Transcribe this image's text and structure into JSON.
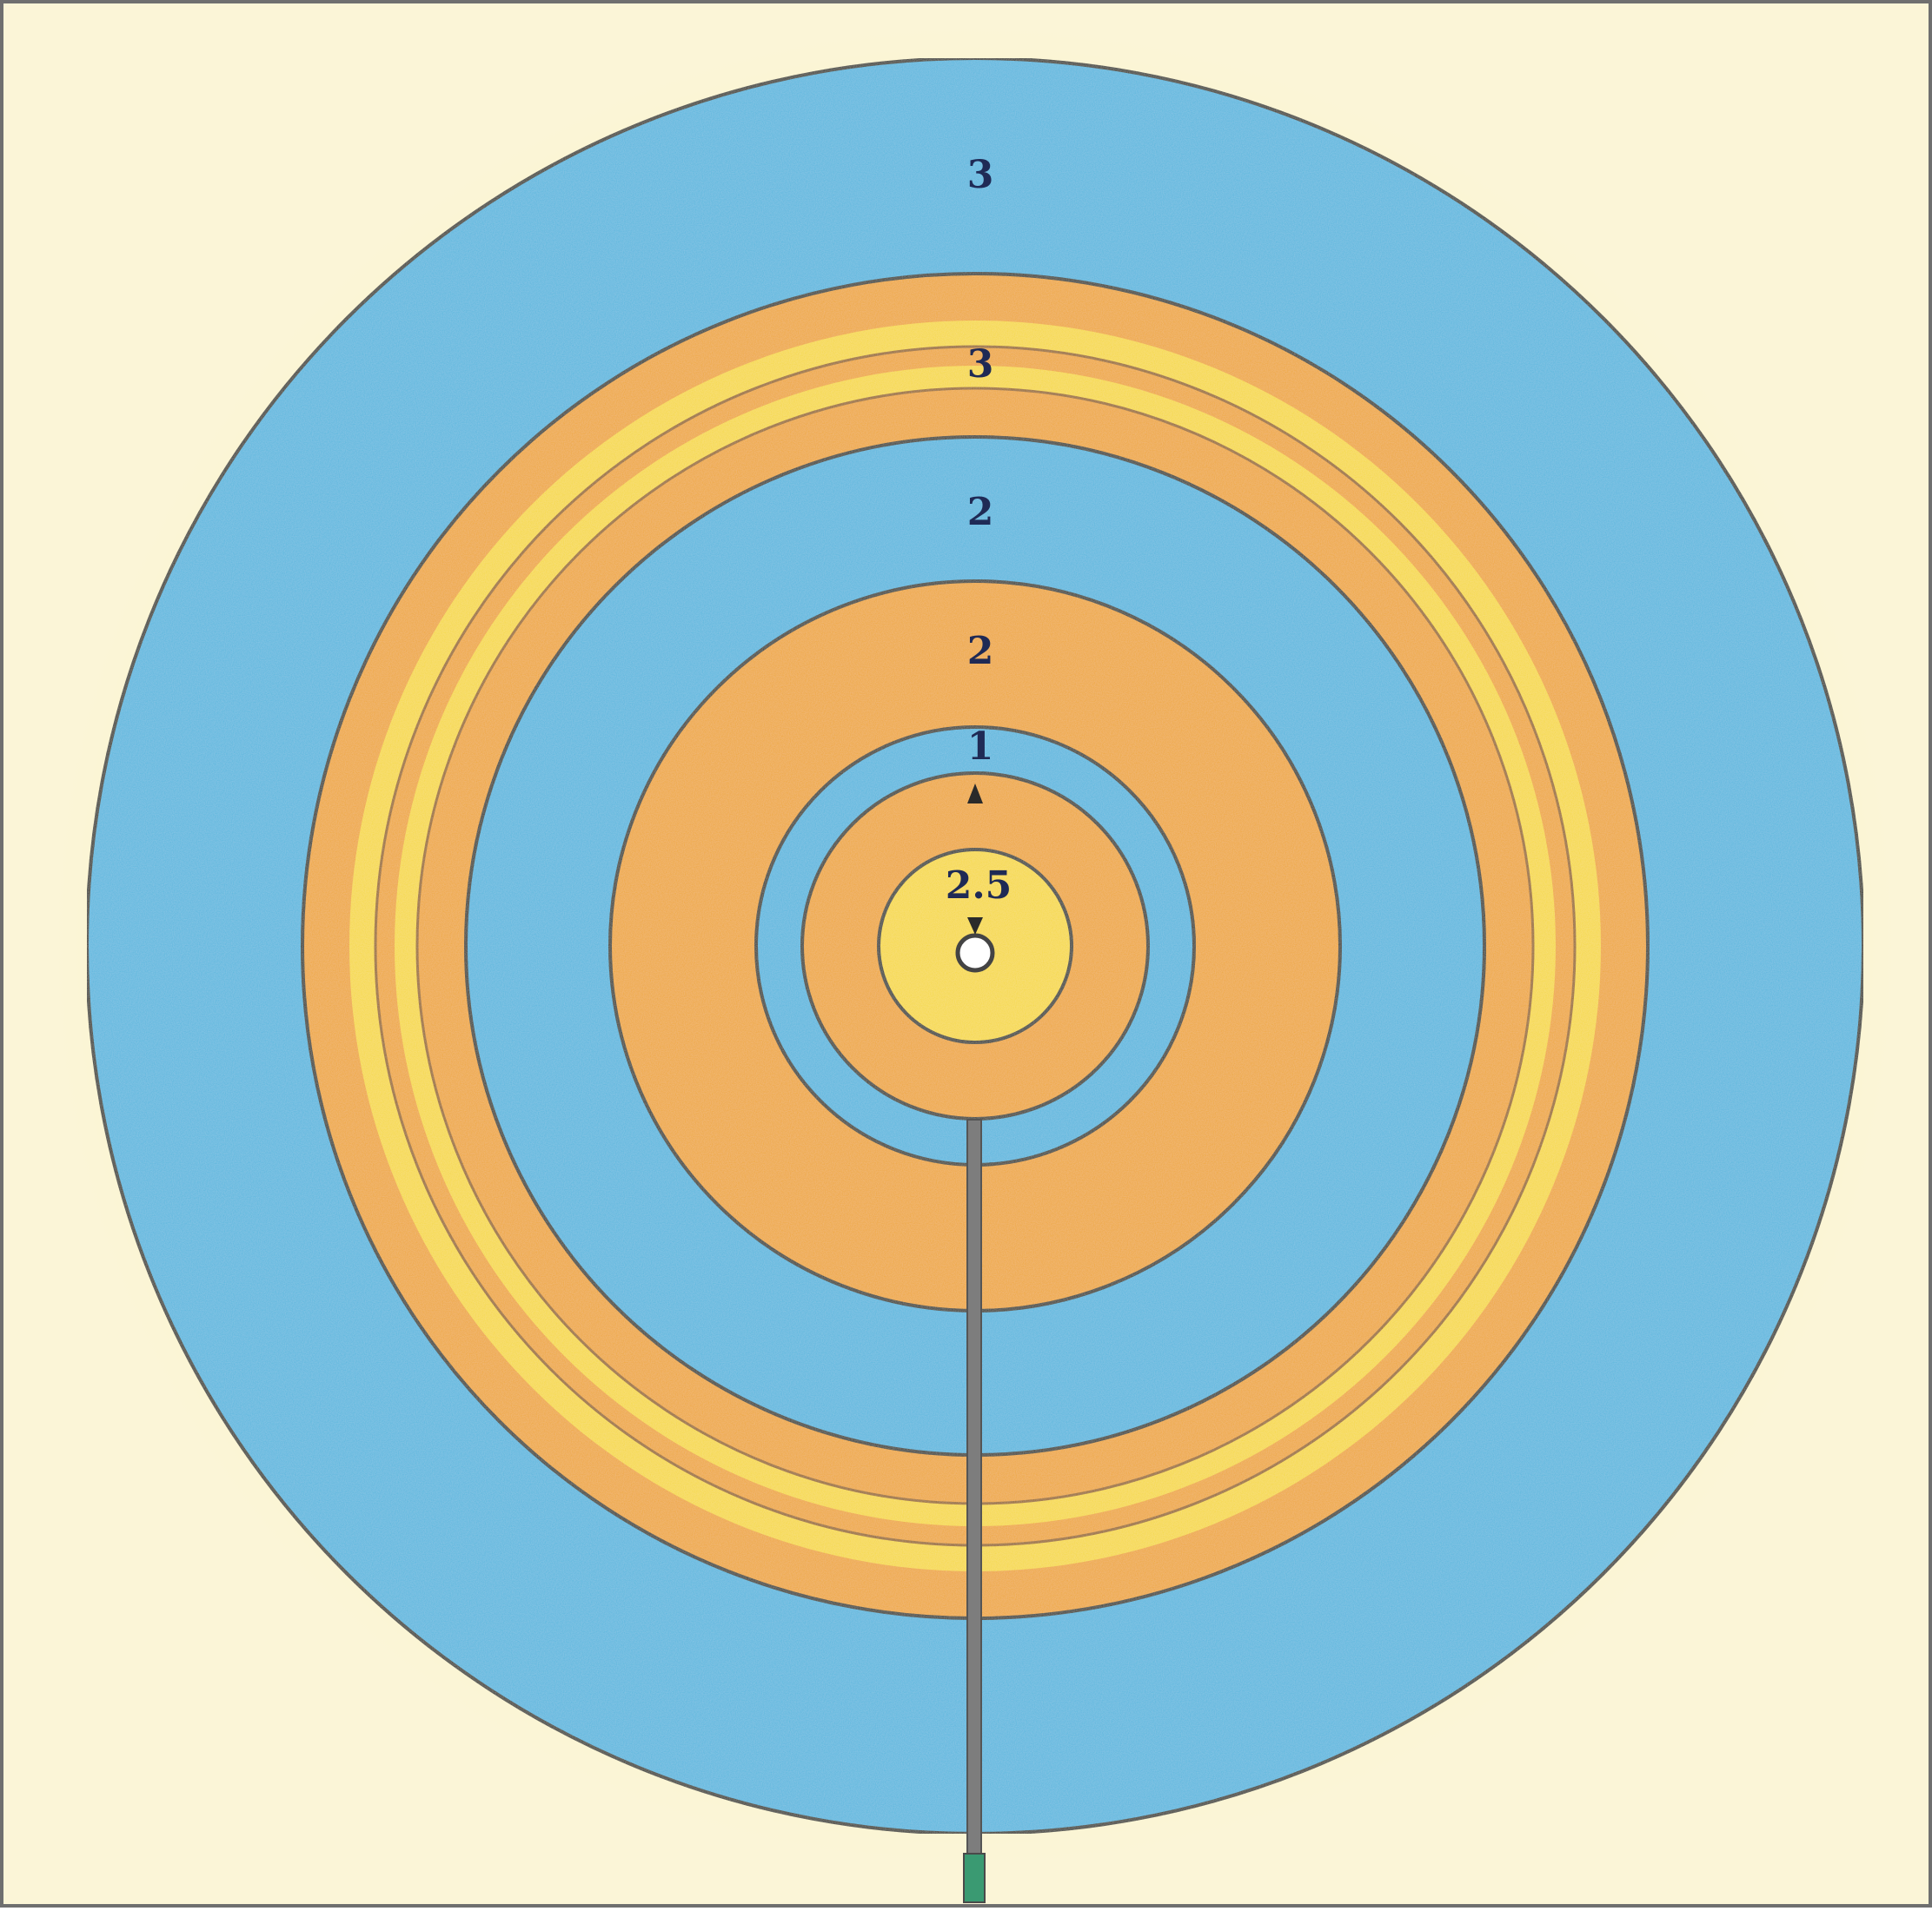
{
  "colors": {
    "paper": "#fbf5d7",
    "paper_halo": "#f6eea0",
    "blue": "#56b6de",
    "blue_dark": "#3a96c8",
    "orange": "#eea633",
    "yellow": "#f6d83e",
    "outline": "#3b3b30",
    "rod": "#7d7d7d",
    "rod_foot": "#3a9a72",
    "frame": "#6f6f6f",
    "label": "#1f2a55"
  },
  "labels": {
    "outer_blue_ring": "3",
    "outer_orange_ring": "3",
    "middle_blue_ring": "2",
    "middle_orange_ring": "2",
    "inner_blue_ring": "1",
    "inner_yellow_disc": "2.5"
  },
  "markers": {
    "up_marker": "triangle-up-icon",
    "down_marker": "triangle-down-icon"
  }
}
